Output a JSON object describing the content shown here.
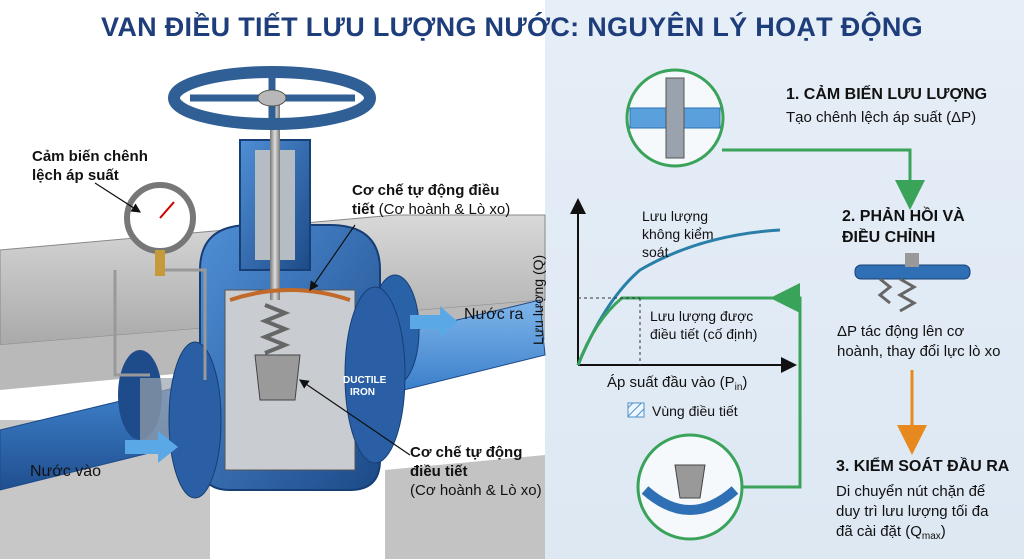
{
  "title": "VAN ĐIỀU TIẾT LƯU LƯỢNG NƯỚC: NGUYÊN LÝ HOẠT ĐỘNG",
  "labels": {
    "sensor": [
      "Cảm biến chênh",
      "lệch áp suất"
    ],
    "mechanism_top": [
      "Cơ chế tự động điều",
      "tiết"
    ],
    "mechanism_top_suffix": "(Cơ hoành & Lò xo)",
    "mechanism_bottom": [
      "Cơ chế tự động",
      "điều tiết"
    ],
    "mechanism_bottom_suffix": "(Cơ hoành & Lò xo)",
    "outlet": "Nước ra",
    "inlet": "Nước vào",
    "body_mark": [
      "DUCTILE",
      "IRON"
    ]
  },
  "steps": [
    {
      "heading": "1. CẢM BIẾN LƯU LƯỢNG",
      "text": [
        "Tạo chênh lệch áp suất (ΔP)"
      ]
    },
    {
      "heading": "2. PHẢN HỒI VÀ ĐIỀU CHỈNH",
      "heading_lines": [
        "2. PHẢN HỒI VÀ",
        "ĐIỀU CHỈNH"
      ],
      "text": [
        "ΔP tác động lên cơ",
        "hoành, thay đổi lực lò xo"
      ]
    },
    {
      "heading": "3. KIỂM SOÁT ĐẦU RA",
      "text": [
        "Di chuyển nút chặn để",
        "duy trì lưu lượng tối đa",
        "đã cài đặt (Q"
      ],
      "sub": "max",
      "tail": ")"
    }
  ],
  "chart": {
    "ylabel": "Lưu lượng (Q)",
    "xlabel": "Áp suất đầu vào (P",
    "xlabel_sub": "in",
    "xlabel_tail": ")",
    "uncontrolled": [
      "Lưu lượng",
      "không kiểm",
      "soát"
    ],
    "regulated": [
      "Lưu lượng được",
      "điều tiết (cố định)"
    ],
    "legend": "Vùng điều tiết"
  },
  "colors": {
    "title": "#1e3e7b",
    "valve_blue": "#2f6fb5",
    "pipe_blue": "#4a8fd4",
    "green": "#3aa35a",
    "orange": "#e8891f",
    "curve": "#2a7fa8"
  }
}
